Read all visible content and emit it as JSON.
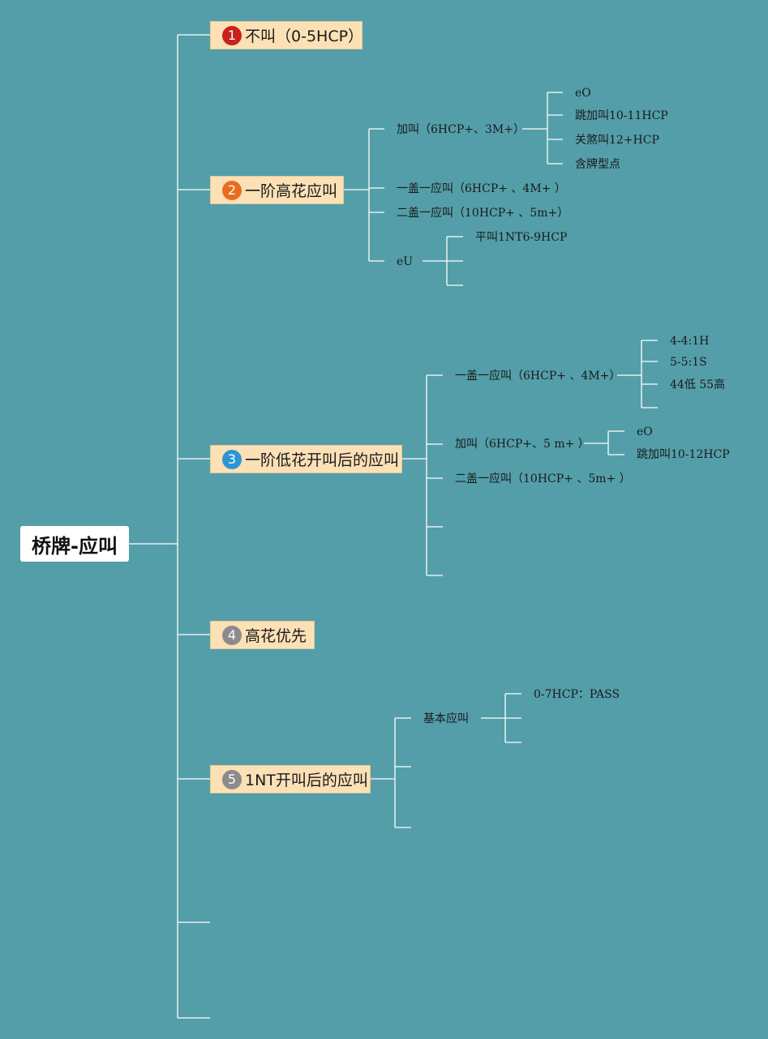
{
  "root": "桥牌-应叫",
  "colors": {
    "background": "#539ea9",
    "line": "#ffffff",
    "branch_fill": "#fce0b6",
    "badge_1": "#c8231b",
    "badge_2": "#ea6d1f",
    "badge_3": "#2b96d6",
    "badge_4": "#8b8b8b",
    "badge_5": "#8b8b8b"
  },
  "branches": [
    {
      "num": "1",
      "label": "不叫（0-5HCP）"
    },
    {
      "num": "2",
      "label": "一阶高花应叫"
    },
    {
      "num": "3",
      "label": "一阶低花开叫后的应叫"
    },
    {
      "num": "4",
      "label": "高花优先"
    },
    {
      "num": "5",
      "label": "1NT开叫后的应叫"
    }
  ],
  "b2": {
    "raise": "加叫（6HCP+、3M+）",
    "raise_items": [
      "eO",
      "跳加叫10-11HCP",
      "关煞叫12+HCP",
      "含牌型点"
    ],
    "one_over_one": "一盖一应叫（6HCP+ 、4M+ ）",
    "two_over_one": "二盖一应叫（10HCP+ 、5m+）",
    "eu": "eU",
    "eu_items": [
      "平叫1NT6-9HCP"
    ]
  },
  "b3": {
    "one_over_one": "一盖一应叫（6HCP+ 、4M+）",
    "one_over_one_items": [
      "4-4:1H",
      "5-5:1S",
      "44低 55高"
    ],
    "raise": "加叫（6HCP+、5 m+ ）",
    "raise_items": [
      "eO",
      "跳加叫10-12HCP"
    ],
    "two_over_one": "二盖一应叫（10HCP+ 、5m+ ）"
  },
  "b5": {
    "basic": "基本应叫",
    "basic_items": [
      "0-7HCP：PASS"
    ]
  }
}
